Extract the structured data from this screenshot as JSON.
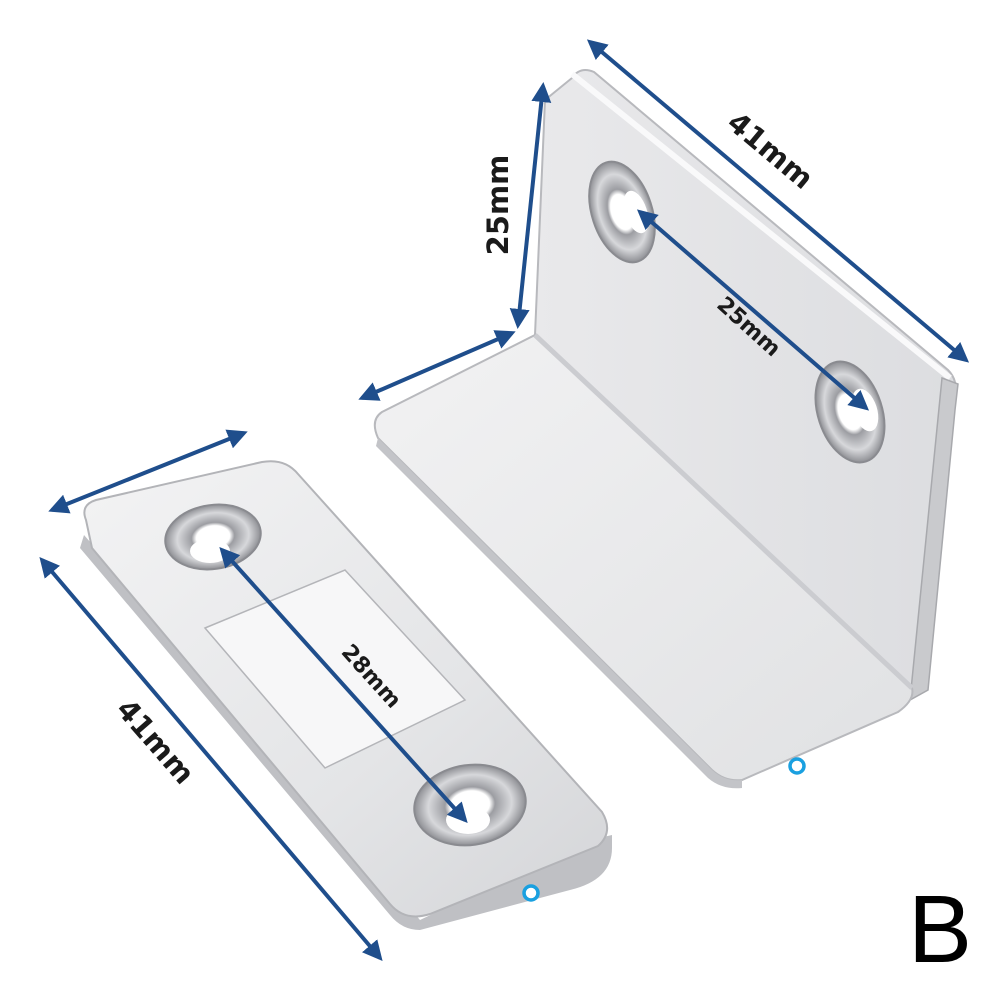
{
  "colors": {
    "arrow": "#1f4e8c",
    "metal_light": "#eeeeef",
    "metal_mid": "#cfd0d3",
    "metal_dark": "#9a9ba0",
    "marker": "#1aa0e0"
  },
  "labels": {
    "plate_length": "41mm",
    "plate_hole_spacing": "28mm",
    "bracket_height": "25mm",
    "bracket_length": "41mm",
    "bracket_hole_spacing": "25mm",
    "variant": "B"
  }
}
